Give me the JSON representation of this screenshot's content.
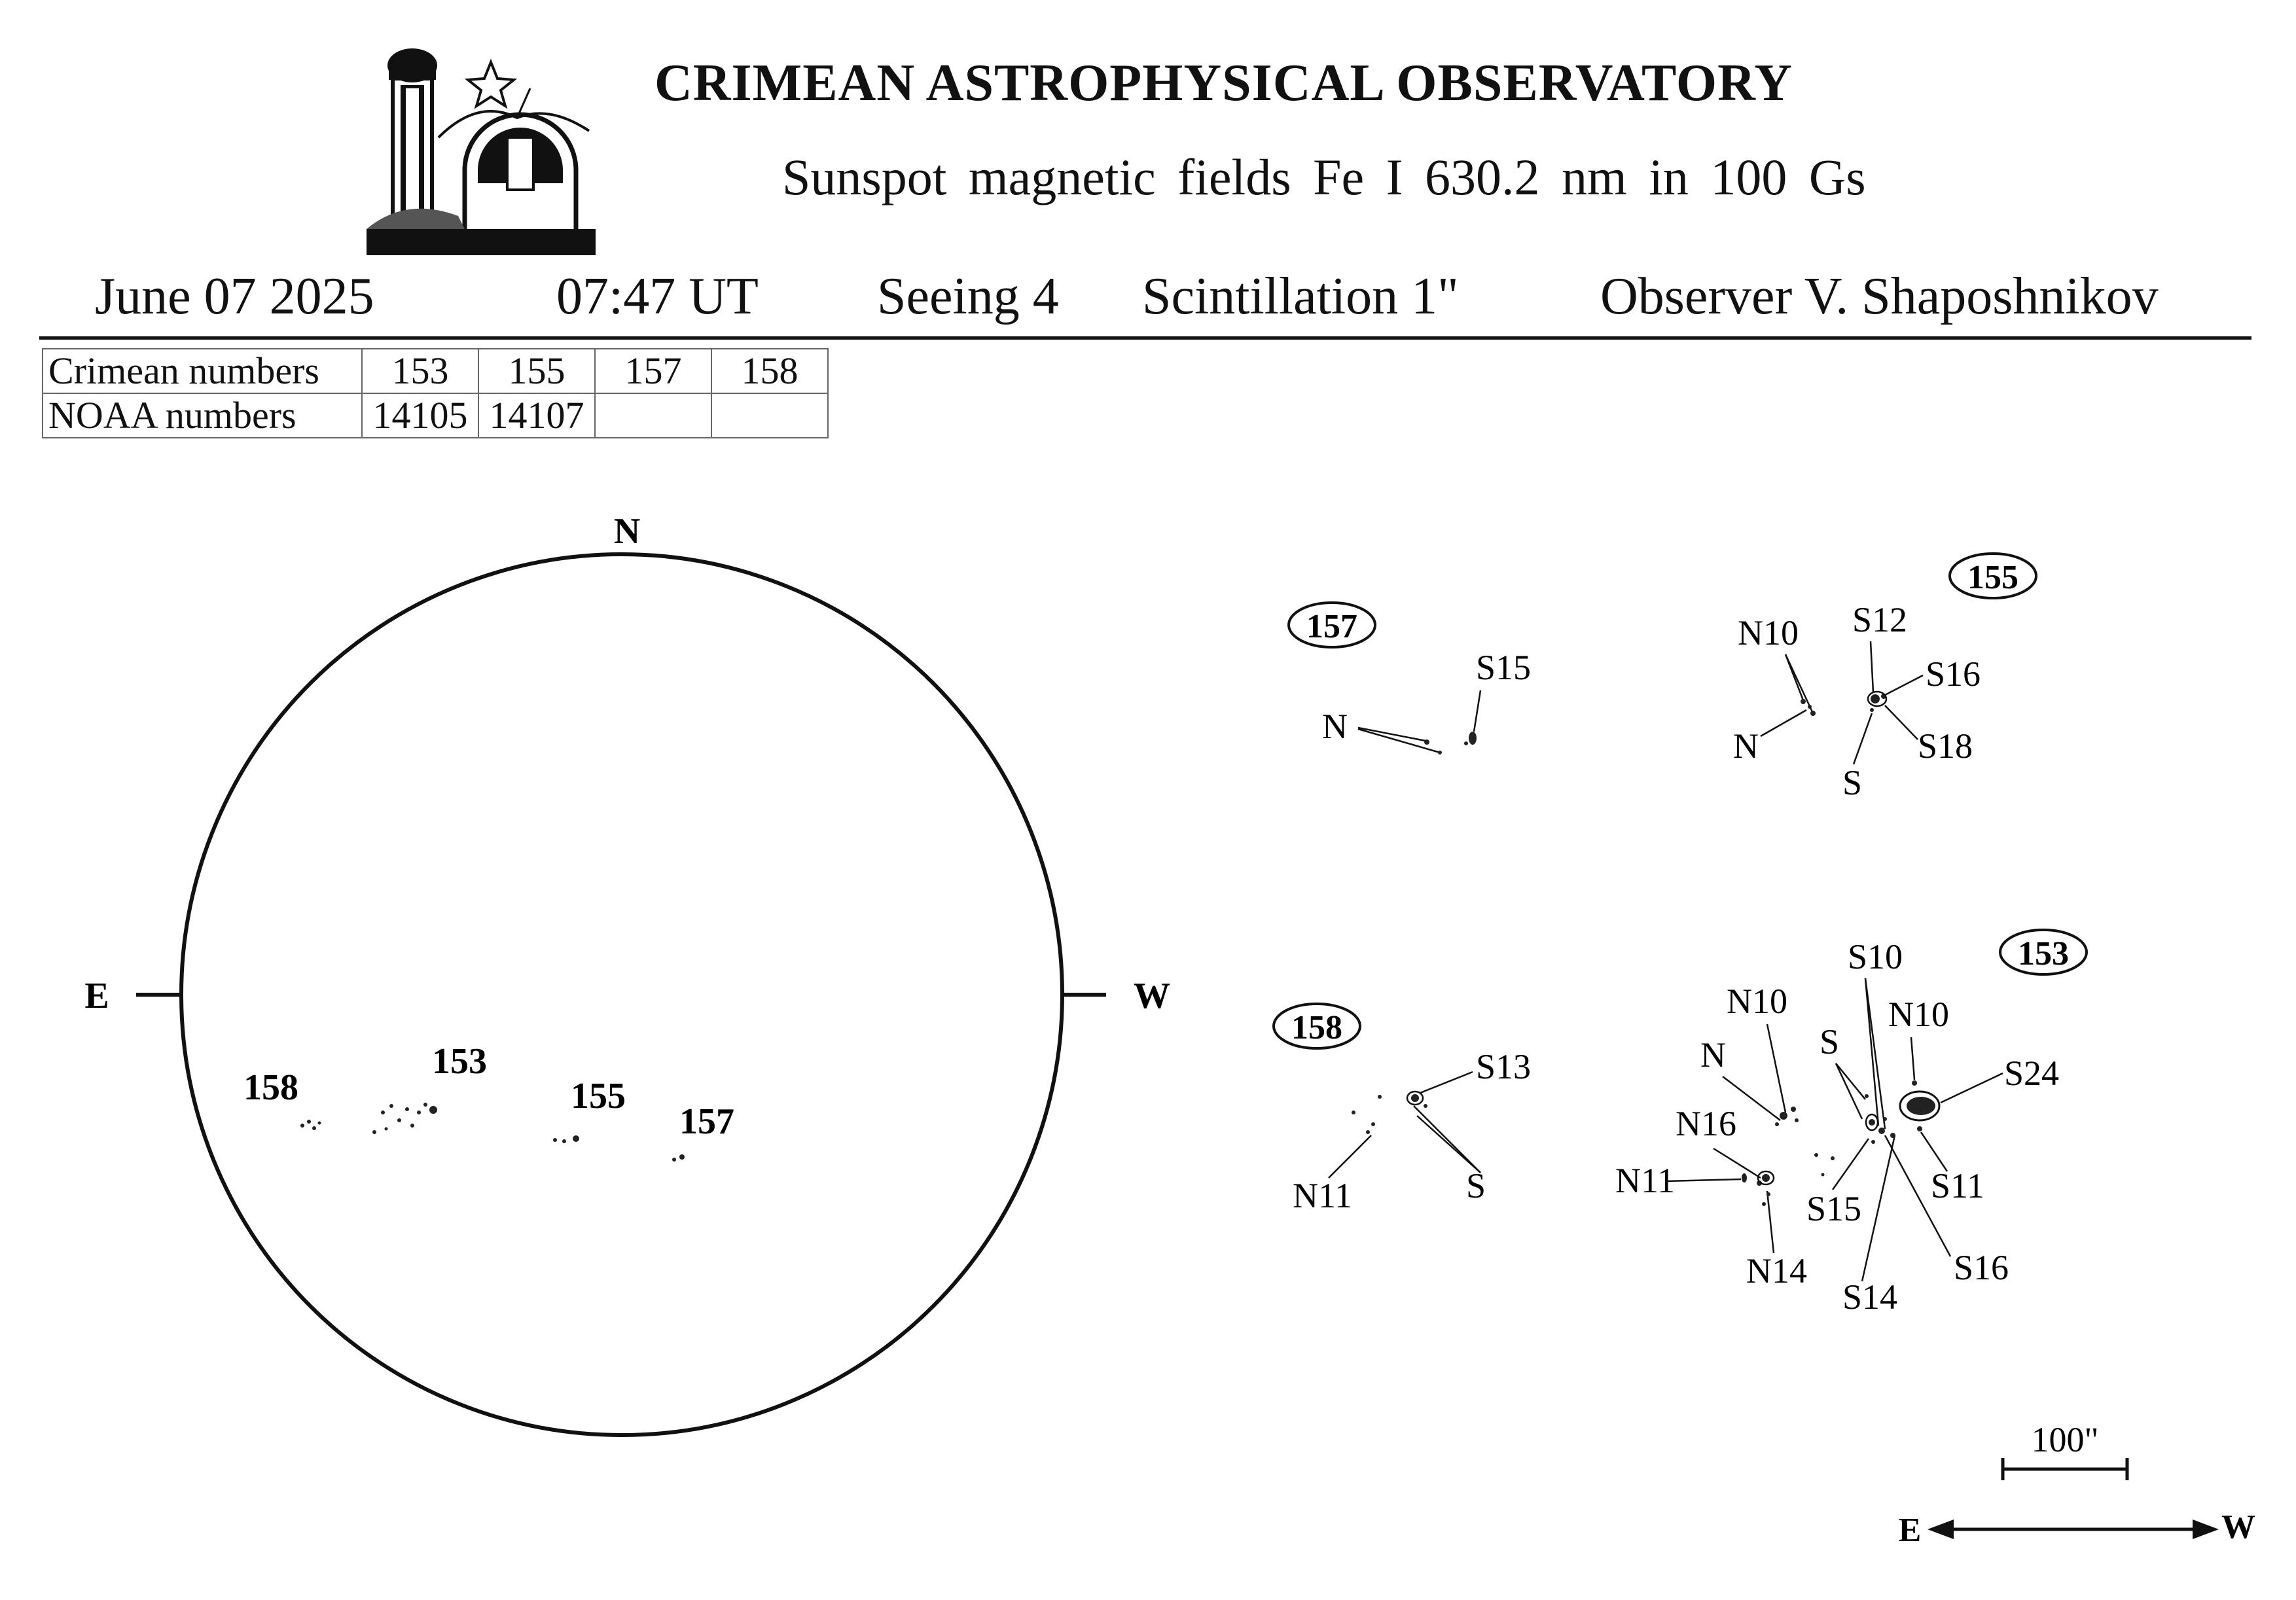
{
  "header": {
    "title": "CRIMEAN ASTROPHYSICAL OBSERVATORY",
    "subtitle": "Sunspot  magnetic  fields  Fe I 630.2 nm in 100 Gs",
    "date": "June  07  2025",
    "time": "07:47 UT",
    "seeing": "Seeing  4",
    "scintillation": "Scintillation   1\"",
    "observer": "Observer V. Shaposhnikov"
  },
  "table": {
    "row1_label": "Crimean numbers",
    "row2_label": "NOAA numbers",
    "crimean": [
      "153",
      "155",
      "157",
      "158"
    ],
    "noaa": [
      "14105",
      "14107",
      "",
      ""
    ]
  },
  "disk": {
    "north": "N",
    "east": "E",
    "west": "W",
    "groups": [
      "158",
      "153",
      "155",
      "157"
    ]
  },
  "details": {
    "g157": {
      "id": "157",
      "labels": [
        "S15",
        "N"
      ]
    },
    "g155": {
      "id": "155",
      "labels": [
        "N10",
        "S12",
        "S16",
        "N",
        "S18",
        "S"
      ]
    },
    "g158": {
      "id": "158",
      "labels": [
        "S13",
        "N11",
        "S"
      ]
    },
    "g153": {
      "id": "153",
      "labels": [
        "S10",
        "N10",
        "N10",
        "S",
        "N",
        "S24",
        "N16",
        "N11",
        "S11",
        "S15",
        "S16",
        "N14",
        "S14"
      ]
    }
  },
  "scale": {
    "label": "100\"",
    "east": "E",
    "west": "W"
  }
}
